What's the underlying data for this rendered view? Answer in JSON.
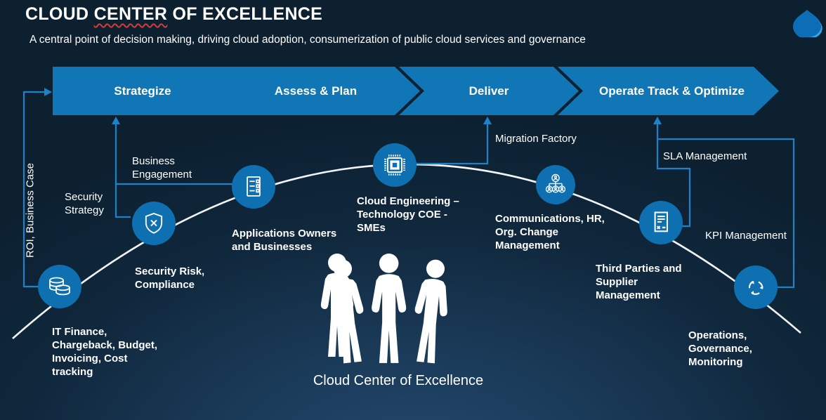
{
  "header": {
    "title_pre": "CLOUD ",
    "title_spellchecked_word": "CENTER",
    "title_post": " OF EXCELLENCE",
    "subtitle": "A central point of decision making, driving cloud adoption, consumerization of public cloud services and governance"
  },
  "logo_icon": "spade-brand-logo",
  "process": {
    "steps": [
      {
        "label": "Strategize"
      },
      {
        "label": "Assess & Plan"
      },
      {
        "label": "Deliver"
      },
      {
        "label": "Operate Track & Optimize"
      }
    ]
  },
  "connector_labels": {
    "roi": "ROI, Business Case",
    "security_strategy": "Security\nStrategy",
    "business_engagement": "Business\nEngagement",
    "migration_factory": "Migration Factory",
    "sla_management": "SLA Management",
    "kpi_management": "KPI Management"
  },
  "nodes": [
    {
      "icon": "coins-icon",
      "label": "IT Finance,\nChargeback, Budget,\nInvoicing, Cost\ntracking"
    },
    {
      "icon": "shield-icon",
      "label": "Security Risk,\nCompliance"
    },
    {
      "icon": "checklist-icon",
      "label": "Applications Owners\nand Businesses"
    },
    {
      "icon": "chip-icon",
      "label": "Cloud Engineering –\nTechnology COE -\nSMEs"
    },
    {
      "icon": "org-chart-icon",
      "label": "Communications, HR,\nOrg. Change\nManagement"
    },
    {
      "icon": "contract-icon",
      "label": "Third Parties and\nSupplier\nManagement"
    },
    {
      "icon": "sync-icon",
      "label": "Operations,\nGovernance,\nMonitoring"
    }
  ],
  "center": {
    "caption": "Cloud Center of Excellence"
  },
  "colors": {
    "background_dark": "#0c2030",
    "background_glow": "#24496d",
    "arrow_blue": "#1176b6",
    "node_blue": "#0e6fb1",
    "connector_blue": "#1d82c8",
    "arc_white": "#f2f5f7",
    "logo_blue": "#0d6db5",
    "logo_light_blue": "#2fa9e1",
    "spellcheck_red": "#d43b3b"
  }
}
